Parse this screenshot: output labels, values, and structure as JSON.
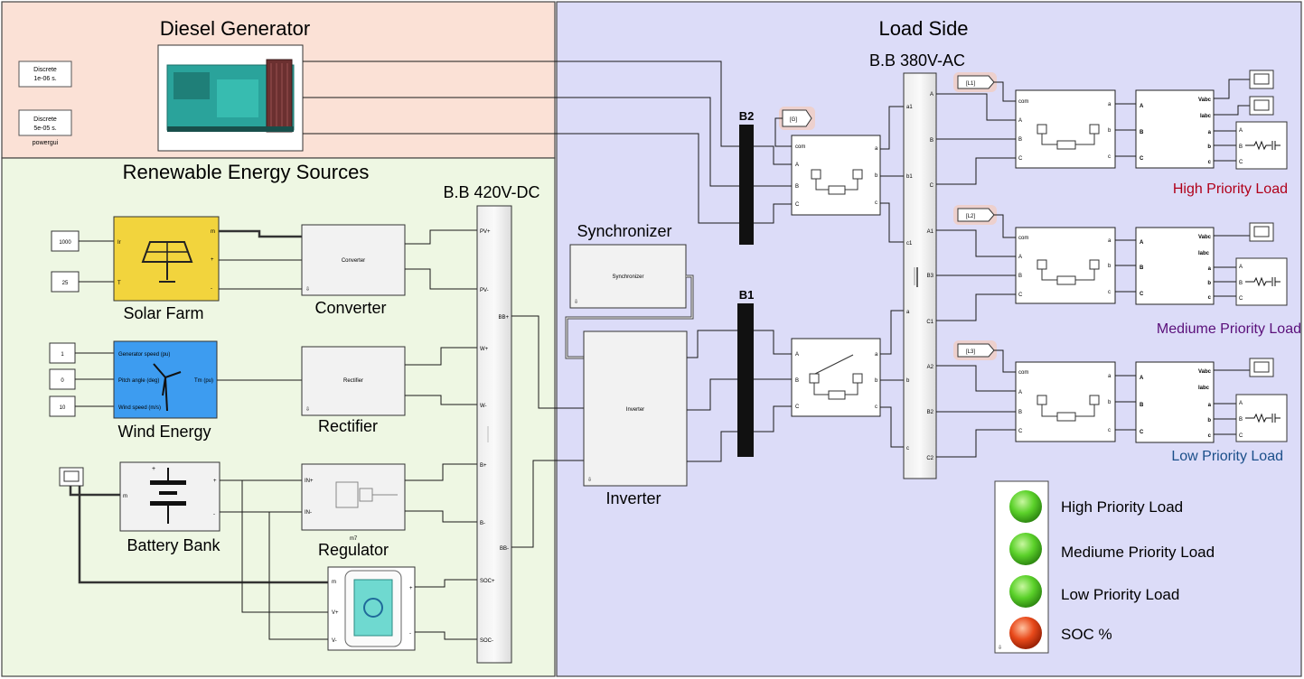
{
  "regions": {
    "diesel": {
      "title": "Diesel Generator",
      "color": "#fbe1d6"
    },
    "renewable": {
      "title": "Renewable Energy Sources",
      "color": "#eef7e3"
    },
    "load": {
      "title": "Load Side",
      "color": "#dcdcf8"
    }
  },
  "powergui": {
    "discrete1": "Discrete\n1e-06 s.",
    "discrete1_l1": "Discrete",
    "discrete1_l2": "1e-06 s.",
    "discrete2_l1": "Discrete",
    "discrete2_l2": "5e-05 s.",
    "label": "powergui"
  },
  "dc_bus": {
    "label": "B.B 420V-DC",
    "ports_left": [
      "PV+",
      "PV-",
      "W+",
      "W-",
      "B+",
      "B-",
      "SOC+",
      "SOC-"
    ],
    "ports_right": [
      "BB+",
      "BB-"
    ]
  },
  "ac_bus": {
    "label": "B.B 380V-AC",
    "ports_left": [
      "a1",
      "b1",
      "c1",
      "a",
      "b",
      "c"
    ],
    "ports_right": [
      "A",
      "B",
      "C",
      "A1",
      "B3",
      "C1",
      "A2",
      "B2",
      "C2"
    ]
  },
  "solar": {
    "label": "Solar Farm",
    "irradiance": "1000",
    "temperature": "25",
    "port_ir": "Ir",
    "port_t": "T",
    "port_m": "m",
    "port_plus": "+",
    "port_minus": "-",
    "color": "#f2d43d"
  },
  "converter": {
    "inner": "Converter",
    "label": "Converter"
  },
  "wind": {
    "label": "Wind Energy",
    "gen_speed": "1",
    "pitch": "0",
    "wind_speed": "10",
    "port1": "Generator speed (pu)",
    "port2": "Pitch angle (deg)",
    "port3": "Wind speed (m/s)",
    "port_out": "Tm (pu)",
    "color": "#3d9cf0"
  },
  "rectifier": {
    "inner": "Rectifier",
    "label": "Rectifier"
  },
  "battery": {
    "label": "Battery Bank",
    "port_m": "m",
    "port_plus": "+",
    "port_minus": "-"
  },
  "regulator": {
    "label": "Regulator",
    "port_inp": "IN+",
    "port_inn": "IN-",
    "port_m": "m7"
  },
  "soc_meter": {
    "port_m": "m",
    "port_vp": "V+",
    "port_vn": "V-",
    "port_plus": "+",
    "port_minus": "-"
  },
  "synchronizer": {
    "title": "Synchronizer",
    "inner": "Synchronizer"
  },
  "inverter": {
    "inner": "Inverter",
    "label": "Inverter"
  },
  "bus_b1": {
    "label": "B1"
  },
  "bus_b2": {
    "label": "B2"
  },
  "goto_g": {
    "label": "[G]"
  },
  "breaker_ports": {
    "com": "com",
    "A": "A",
    "B": "B",
    "C": "C",
    "a": "a",
    "b": "b",
    "c": "c"
  },
  "loads": [
    {
      "tag": "[L1]",
      "name": "High Priority Load",
      "color": "#b0001a"
    },
    {
      "tag": "[L2]",
      "name": "Mediume Priority Load",
      "color": "#5a0f7a"
    },
    {
      "tag": "[L3]",
      "name": "Low Priority Load",
      "color": "#1b4f8a"
    }
  ],
  "measure": {
    "vabc": "Vabc",
    "iabc": "Iabc",
    "a": "a",
    "b": "b",
    "c": "c",
    "A": "A",
    "B": "B",
    "C": "C"
  },
  "indicators": [
    {
      "label": "High Priority Load",
      "color": "#5bd12a"
    },
    {
      "label": "Mediume Priority Load",
      "color": "#5bd12a"
    },
    {
      "label": "Low Priority Load",
      "color": "#5bd12a"
    },
    {
      "label": "SOC %",
      "color": "#e8491a"
    }
  ]
}
